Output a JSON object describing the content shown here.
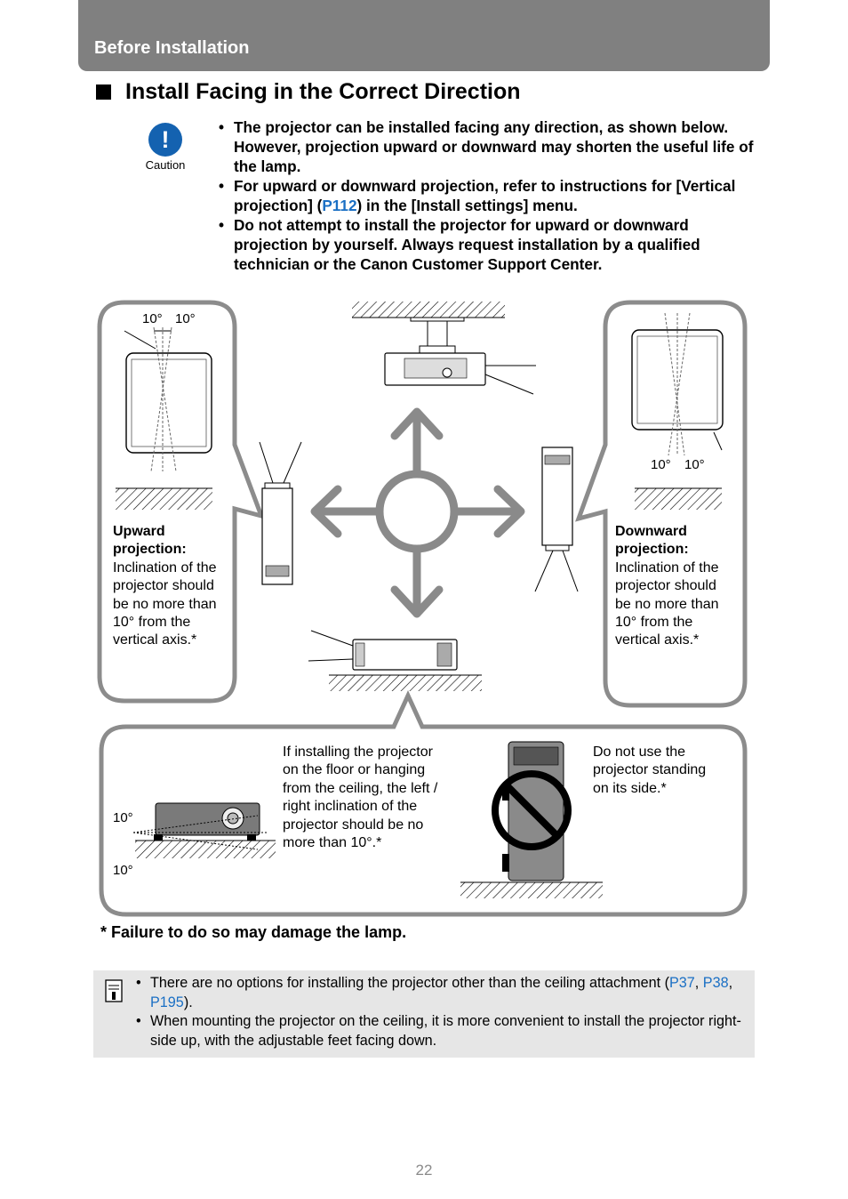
{
  "header": {
    "section": "Before Installation"
  },
  "title": "Install Facing in the Correct Direction",
  "caution": {
    "icon_label": "Caution",
    "items": [
      {
        "text": "The projector can be installed facing any direction, as shown below. However, projection upward or downward may shorten the useful life of the lamp."
      },
      {
        "pre": "For upward or downward projection, refer to instructions for [Vertical projection] (",
        "link": "P112",
        "post": ") in the [Install settings] menu."
      },
      {
        "text": "Do not attempt to install the projector for upward or downward projection by yourself. Always request installation by a qualified technician or the Canon Customer Support Center."
      }
    ]
  },
  "diagram": {
    "upward": {
      "angle_left": "10°",
      "angle_right": "10°",
      "heading1": "Upward",
      "heading2": "projection:",
      "lines": [
        "Inclination of the",
        "projector should",
        "be no more than",
        "10° from the",
        "vertical axis.*"
      ]
    },
    "downward": {
      "angle_left": "10°",
      "angle_right": "10°",
      "heading1": "Downward",
      "heading2": "projection:",
      "lines": [
        "Inclination of the",
        "projector should",
        "be no more than",
        "10° from the",
        "vertical axis.*"
      ]
    },
    "floor": {
      "angle_top": "10°",
      "angle_bottom": "10°",
      "lines": [
        "If installing the projector",
        "on the floor or hanging",
        "from the ceiling, the left /",
        "right inclination of the",
        "projector should be no",
        "more than 10°.*"
      ]
    },
    "side": {
      "lines": [
        "Do not use the",
        "projector standing",
        "on its side.*"
      ]
    }
  },
  "footnote": "* Failure to do so may damage the lamp.",
  "notes": [
    {
      "pre": "There are no options for installing the projector other than the ceiling attachment (",
      "links": [
        "P37",
        "P38",
        "P195"
      ],
      "post": ")."
    },
    {
      "text": "When mounting the projector on the ceiling, it is more convenient to install the projector right-side up, with the adjustable feet facing down."
    }
  ],
  "page_number": "22"
}
